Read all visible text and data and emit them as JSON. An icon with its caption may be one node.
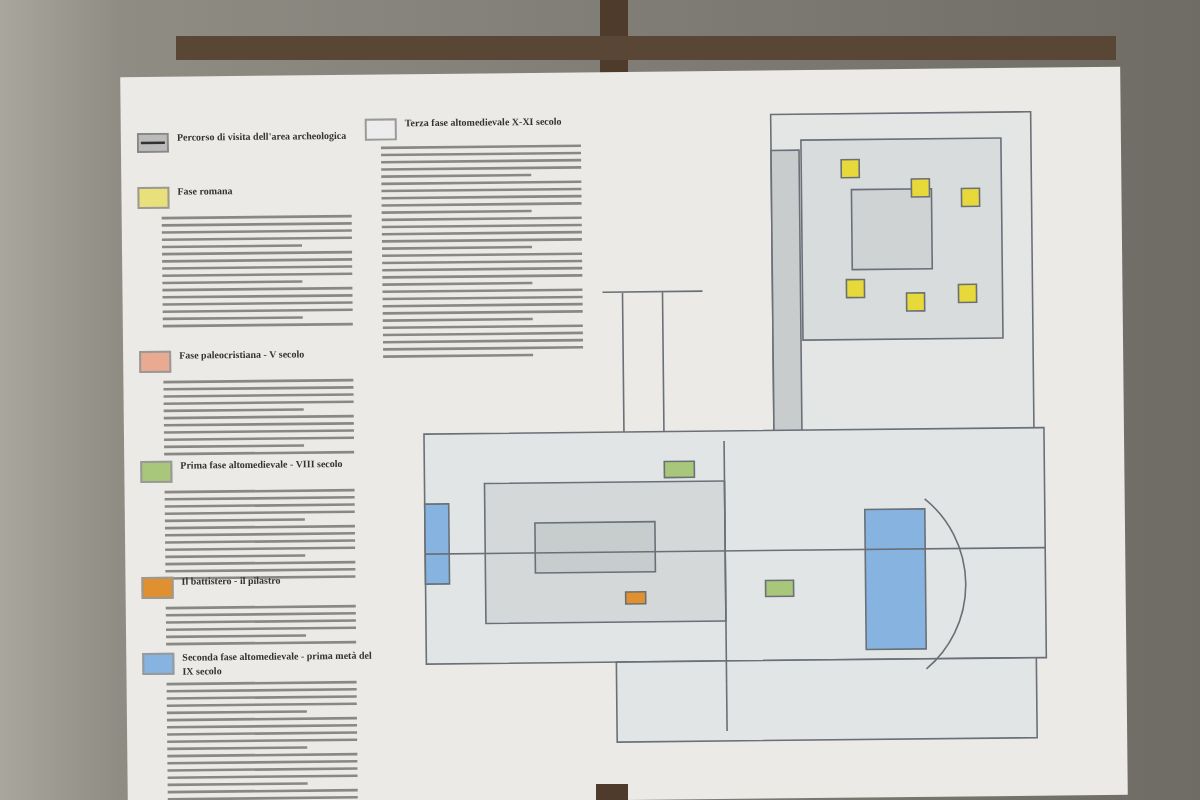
{
  "diagram": {
    "legend": [
      {
        "text": "Percorso di visita dell'area archeologica"
      },
      {
        "text": "Fase romana",
        "color": "#e8e07a"
      },
      {
        "text": "Fase paleocristiana - V secolo",
        "color": "#e8ab92"
      },
      {
        "text": "Prima fase altomedievale - VIII secolo",
        "color": "#a9c77a"
      },
      {
        "text": "Il battistero - il pilastro",
        "color": "#e0902e"
      },
      {
        "text": "Seconda fase altomedievale - prima metà del IX secolo",
        "color": "#86b3e0"
      },
      {
        "text": "Terza fase altomedievale X-XI secolo",
        "color": "#ececec"
      }
    ]
  }
}
